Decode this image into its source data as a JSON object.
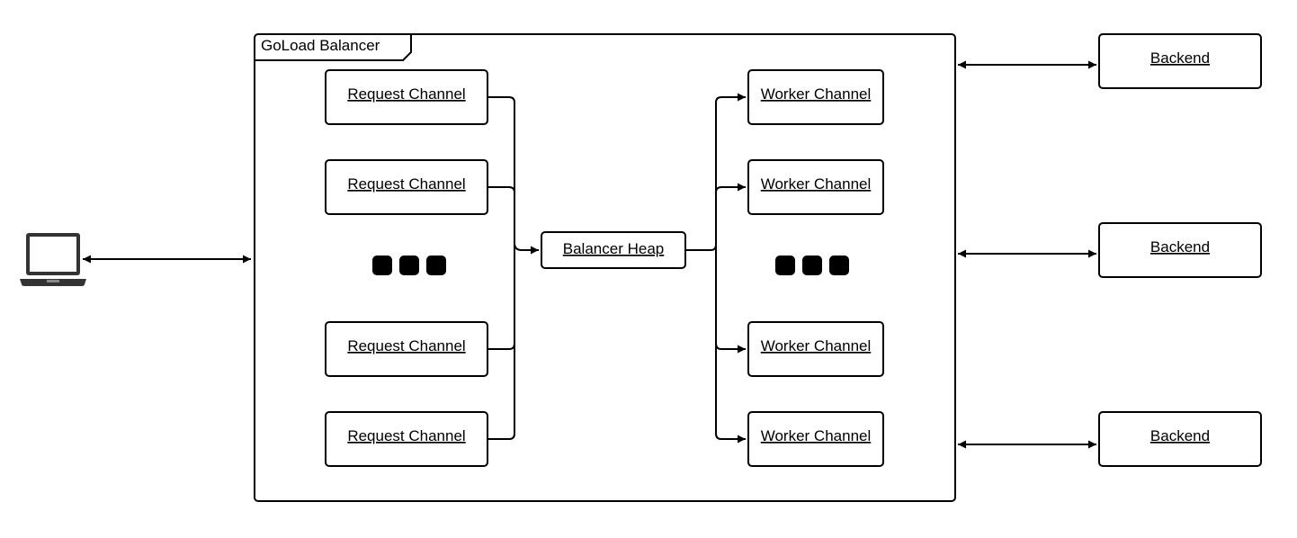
{
  "frame": {
    "title": "GoLoad Balancer"
  },
  "request_channels": [
    "Request Channel",
    "Request Channel",
    "Request Channel",
    "Request Channel"
  ],
  "balancer": {
    "label": "Balancer Heap"
  },
  "worker_channels": [
    "Worker Channel",
    "Worker Channel",
    "Worker Channel",
    "Worker Channel"
  ],
  "backends": [
    "Backend",
    "Backend",
    "Backend"
  ],
  "icons": {
    "client": "laptop-icon",
    "ellipsis": "ellipsis-icon"
  },
  "colors": {
    "stroke": "#000000",
    "fill": "#ffffff"
  }
}
